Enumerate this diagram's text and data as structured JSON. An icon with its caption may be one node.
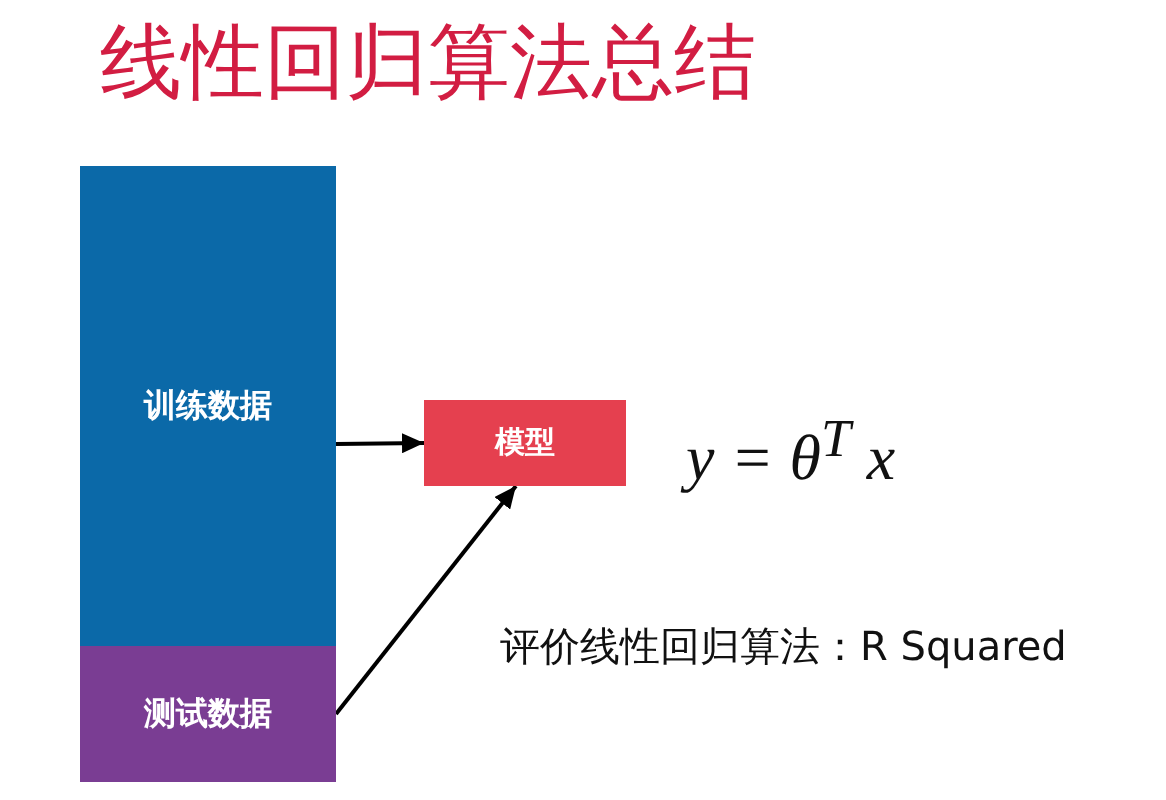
{
  "diagram": {
    "title": "线性回归算法总结",
    "nodes": [
      {
        "text": [
          "训练数据"
        ]
      },
      {
        "text": [
          "测试数据"
        ]
      },
      {
        "text": [
          "模型"
        ],
        "beside": [
          "y = θ$^{T}$ x"
        ]
      }
    ],
    "edges": [
      {
        "from": 0,
        "to": 2,
        "arrow": "to"
      },
      {
        "from": 1,
        "to": 2,
        "arrow": "to"
      }
    ],
    "labels": [
      "评价线性回归算法：R Squared"
    ]
  }
}
